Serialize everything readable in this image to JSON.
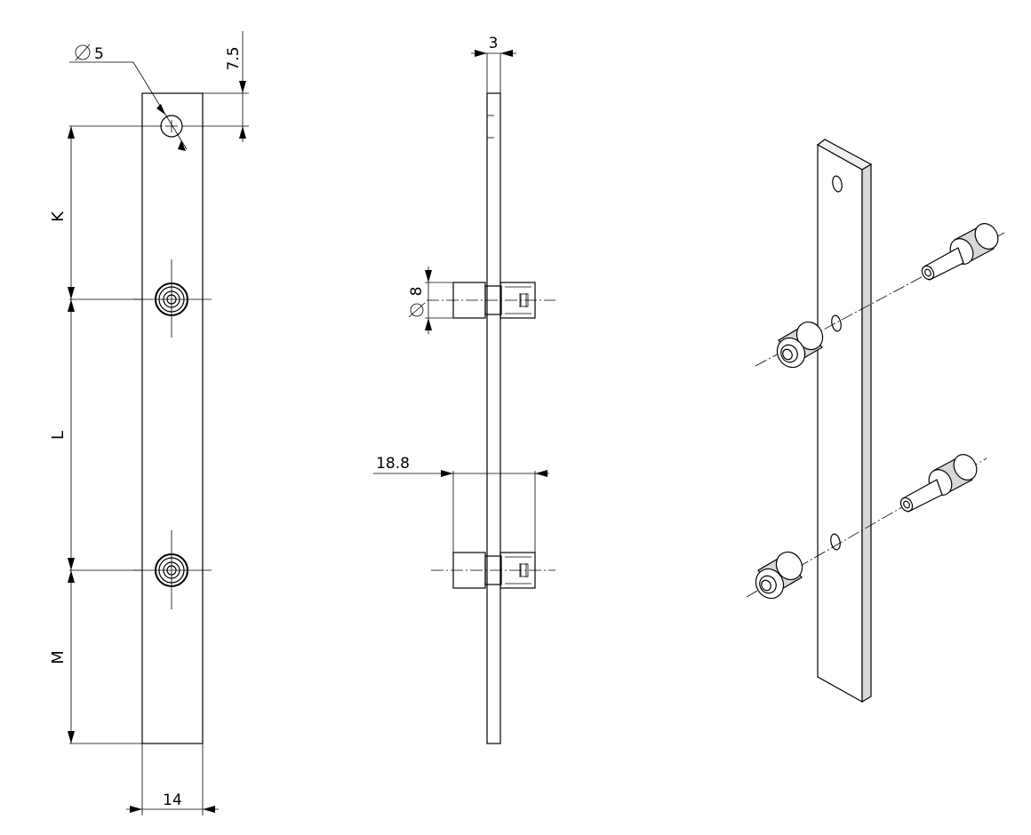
{
  "front_view": {
    "dim_hole_diameter": "5",
    "dim_top_offset": "7.5",
    "dim_k": "K",
    "dim_l": "L",
    "dim_m": "M",
    "dim_width": "14"
  },
  "side_view": {
    "dim_thickness": "3",
    "dim_spacer_diameter": "8",
    "dim_depth": "18.8"
  },
  "isometric_view": {}
}
